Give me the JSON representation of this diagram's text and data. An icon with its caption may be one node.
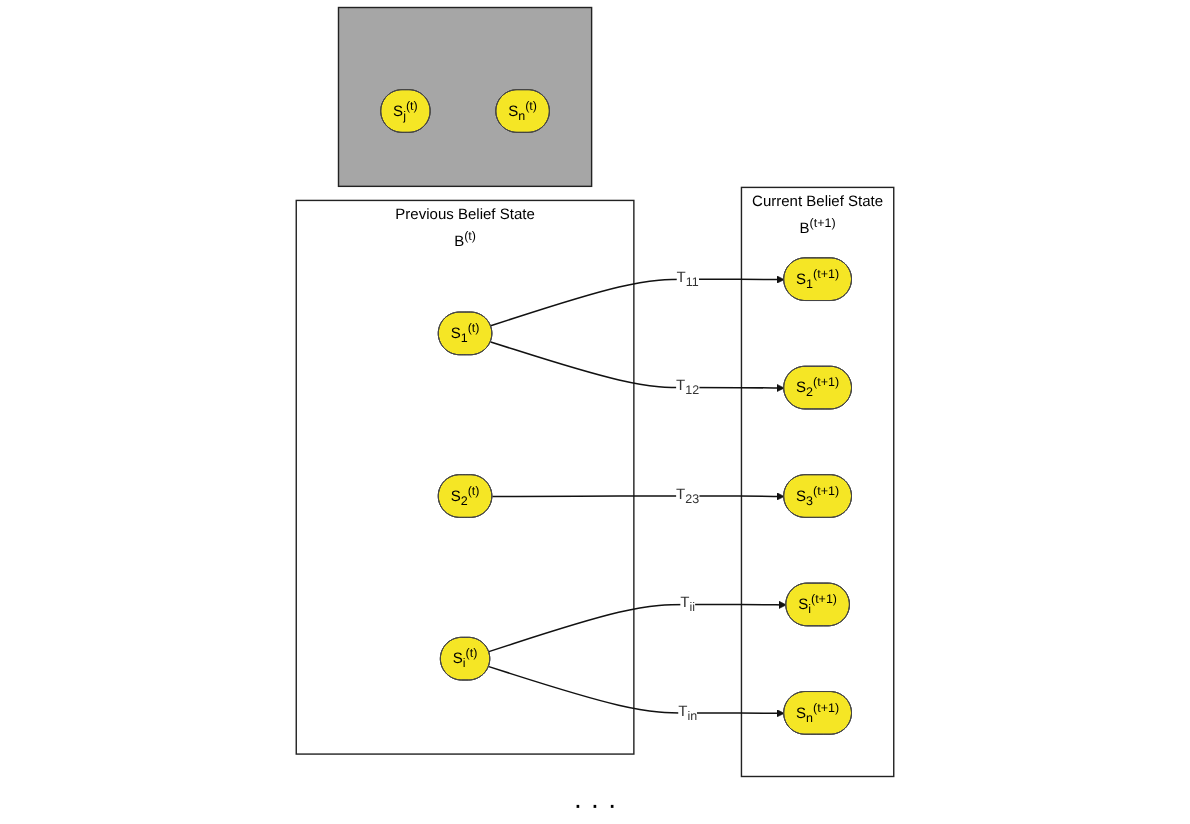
{
  "diagram": {
    "nodes": [
      {
        "text": [
          "Previous Belief State",
          "B$^{(t)}$"
        ]
      },
      {
        "text": [
          "S$_{1}$$^{(t)}$"
        ],
        "in": 0
      },
      {
        "text": [
          "S$_{2}$$^{(t)}$"
        ],
        "in": 0
      },
      {
        "text": [
          "S$_{i}$$^{(t)}$"
        ],
        "in": 0
      },
      {
        "text": [],
        "shape": "box"
      },
      {
        "text": [
          "S$_{j}$$^{(t)}$"
        ],
        "in": 4
      },
      {
        "text": [
          "S$_{n}$$^{(t)}$"
        ],
        "in": 4
      },
      {
        "text": [
          "Current Belief State",
          "B$^{(t+1)}$"
        ]
      },
      {
        "text": [
          "S$_{1}$$^{(t+1)}$"
        ],
        "in": 7
      },
      {
        "text": [
          "S$_{2}$$^{(t+1)}$"
        ],
        "in": 7
      },
      {
        "text": [
          "S$_{3}$$^{(t+1)}$"
        ],
        "in": 7
      },
      {
        "text": [
          "S$_{i}$$^{(t+1)}$"
        ],
        "in": 7
      },
      {
        "text": [
          "S$_{n}$$^{(t+1)}$"
        ],
        "in": 7
      }
    ],
    "edges": [
      {
        "from": 1,
        "to": 8,
        "label": "T$_{11}$",
        "arrow": "to"
      },
      {
        "from": 1,
        "to": 9,
        "label": "T$_{12}$",
        "arrow": "to"
      },
      {
        "from": 2,
        "to": 10,
        "label": "T$_{23}$",
        "arrow": "to"
      },
      {
        "from": 3,
        "to": 11,
        "label": "T$_{ii}$",
        "arrow": "to"
      },
      {
        "from": 3,
        "to": 12,
        "label": "T$_{in}$",
        "arrow": "to"
      }
    ],
    "labels": [
      "· · ·"
    ]
  }
}
